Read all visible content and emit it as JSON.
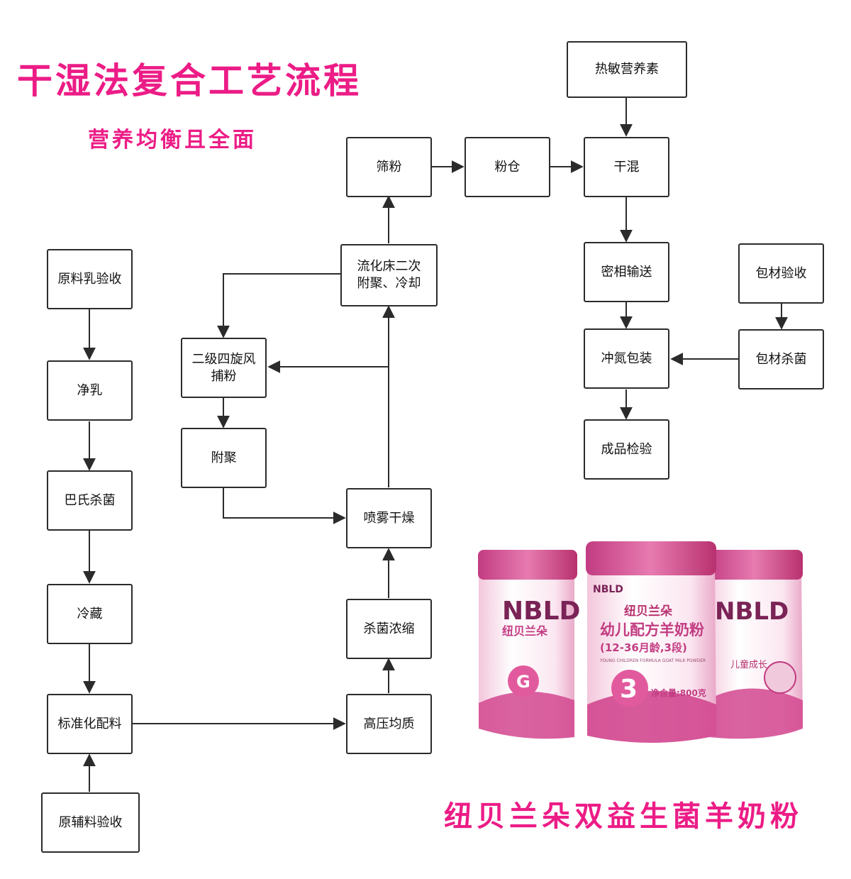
{
  "header": {
    "title": "干湿法复合工艺流程",
    "subtitle": "营养均衡且全面"
  },
  "flow": {
    "raw_milk_inspection": "原料乳验收",
    "milk_purify": "净乳",
    "pasteurize": "巴氏杀菌",
    "refrigerate": "冷藏",
    "standardize_mix": "标准化配料",
    "aux_material_inspection": "原辅料验收",
    "homogenize": "高压均质",
    "sterilize_concentrate": "杀菌浓缩",
    "spray_dry": "喷雾干燥",
    "agglomerate": "附聚",
    "cyclone": "二级四旋风\n捕粉",
    "fluid_bed": "流化床二次\n附聚、冷却",
    "sieve": "筛粉",
    "powder_silo": "粉仓",
    "dry_mix": "干混",
    "heat_sensitive_nutrients": "热敏营养素",
    "sealed_transport": "密相输送",
    "nitrogen_packaging": "冲氮包装",
    "finished_inspection": "成品检验",
    "packaging_inspection": "包材验收",
    "packaging_sterilize": "包材杀菌"
  },
  "product": {
    "name": "纽贝兰朵双益生菌羊奶粉",
    "brand": "NBLD",
    "brand_cn": "纽贝兰朵",
    "center_can_title": "幼儿配方羊奶粉",
    "center_can_stage": "(12-36月龄,3段)",
    "center_can_en": "YOUNG CHILDREN FORMULA GOAT MILK POWDER",
    "center_can_number": "3",
    "center_can_weight": "净含量:800克",
    "left_can_letter": "G",
    "right_can_text": "儿童成长"
  },
  "colors": {
    "accent": "#ec1c86",
    "can_pink": "#d2478f",
    "can_light": "#f7dbe9",
    "line": "#2b2b2b"
  }
}
